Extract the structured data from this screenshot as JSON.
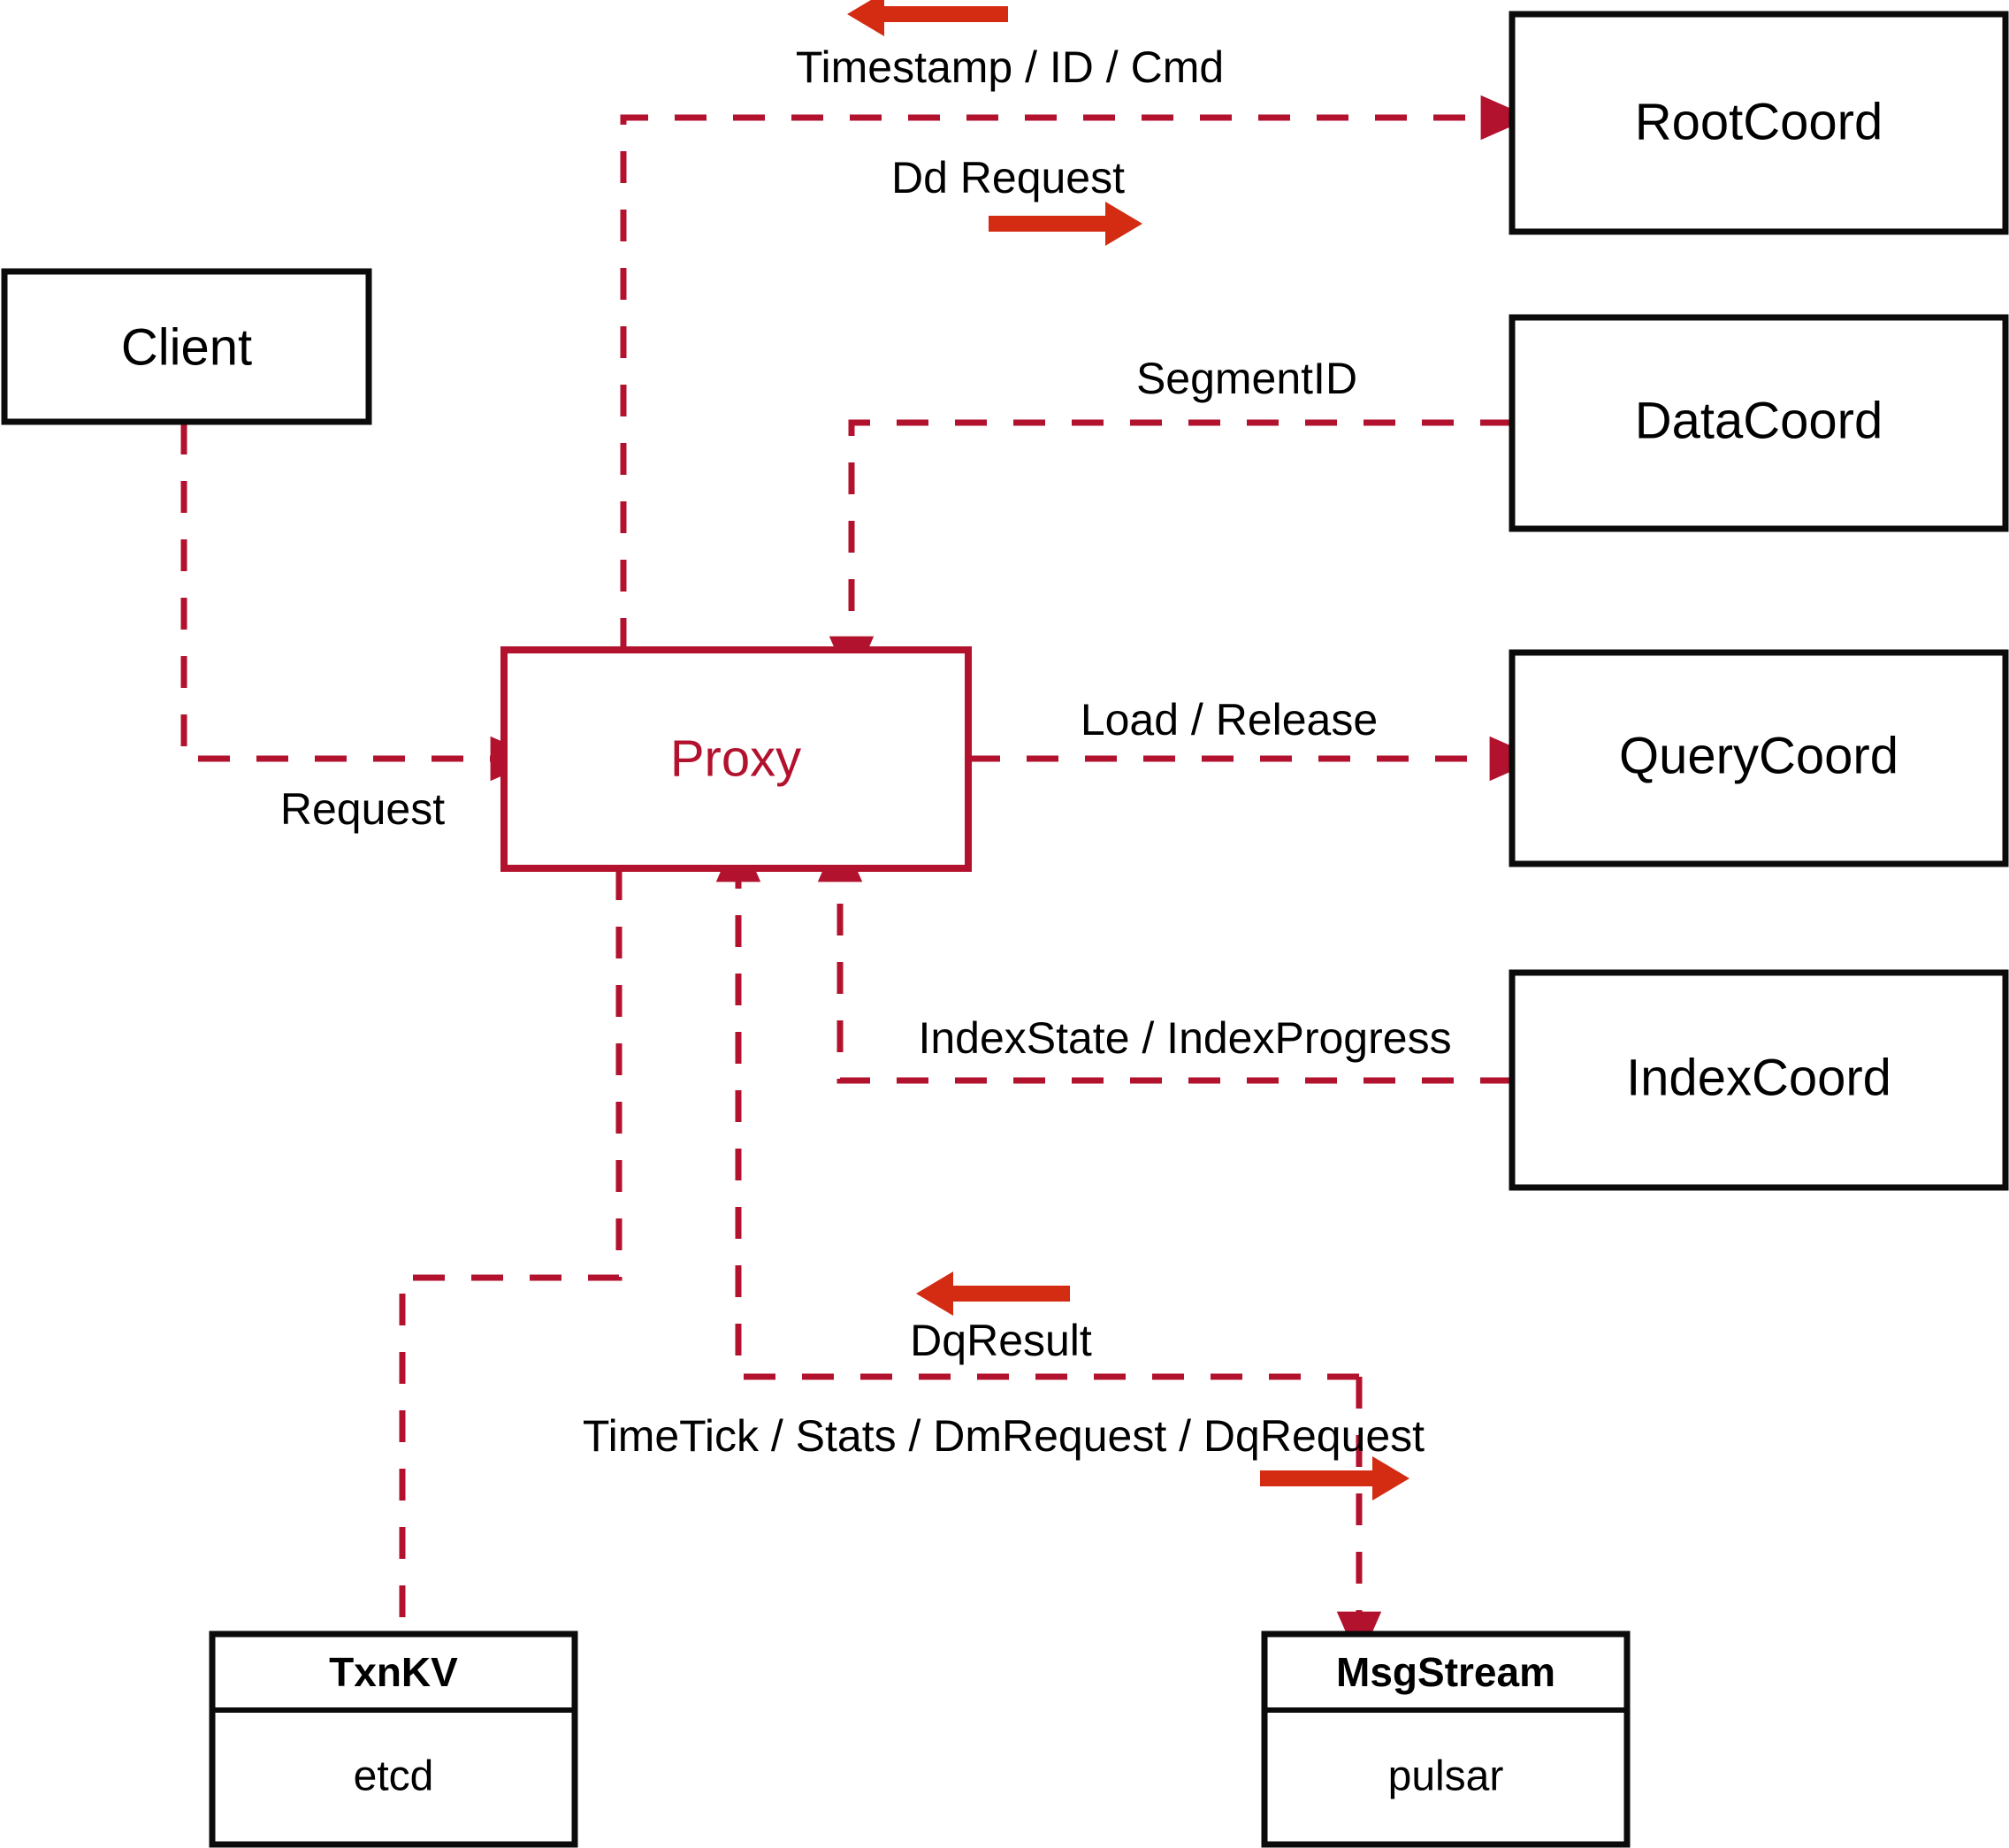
{
  "diagram": {
    "title": "Proxy component interaction diagram",
    "colors": {
      "flow_red": "#b3122e",
      "arrow_red": "#d42b13",
      "box_black": "#0b0b0b",
      "background": "#ffffff"
    },
    "nodes": {
      "client": {
        "label": "Client"
      },
      "proxy": {
        "label": "Proxy"
      },
      "root_coord": {
        "label": "RootCoord"
      },
      "data_coord": {
        "label": "DataCoord"
      },
      "query_coord": {
        "label": "QueryCoord"
      },
      "index_coord": {
        "label": "IndexCoord"
      },
      "txn_kv": {
        "title": "TxnKV",
        "impl": "etcd"
      },
      "msg_stream": {
        "title": "MsgStream",
        "impl": "pulsar"
      }
    },
    "edge_labels": {
      "timestamp_id_cmd": "Timestamp / ID / Cmd",
      "dd_request": "Dd Request",
      "segment_id": "SegmentID",
      "load_release": "Load / Release",
      "index_state_progress": "IndexState / IndexProgress",
      "request": "Request",
      "dq_result": "DqResult",
      "timetick_stats_dm_dq": "TimeTick / Stats / DmRequest / DqRequest"
    },
    "edges": [
      {
        "from": "proxy",
        "to": "root_coord",
        "label": "Timestamp / ID / Cmd",
        "direction_hint": "left"
      },
      {
        "from": "proxy",
        "to": "root_coord",
        "label": "Dd Request",
        "direction_hint": "right"
      },
      {
        "from": "data_coord",
        "to": "proxy",
        "label": "SegmentID",
        "direction_hint": "left"
      },
      {
        "from": "proxy",
        "to": "query_coord",
        "label": "Load / Release",
        "direction_hint": "right"
      },
      {
        "from": "index_coord",
        "to": "proxy",
        "label": "IndexState / IndexProgress",
        "direction_hint": "left"
      },
      {
        "from": "client",
        "to": "proxy",
        "label": "Request",
        "direction_hint": "right"
      },
      {
        "from": "msg_stream",
        "to": "proxy",
        "label": "DqResult",
        "direction_hint": "left"
      },
      {
        "from": "proxy",
        "to": "msg_stream",
        "label": "TimeTick / Stats / DmRequest / DqRequest",
        "direction_hint": "right"
      },
      {
        "from": "proxy",
        "to": "txn_kv",
        "label": "",
        "direction_hint": "down"
      }
    ]
  }
}
